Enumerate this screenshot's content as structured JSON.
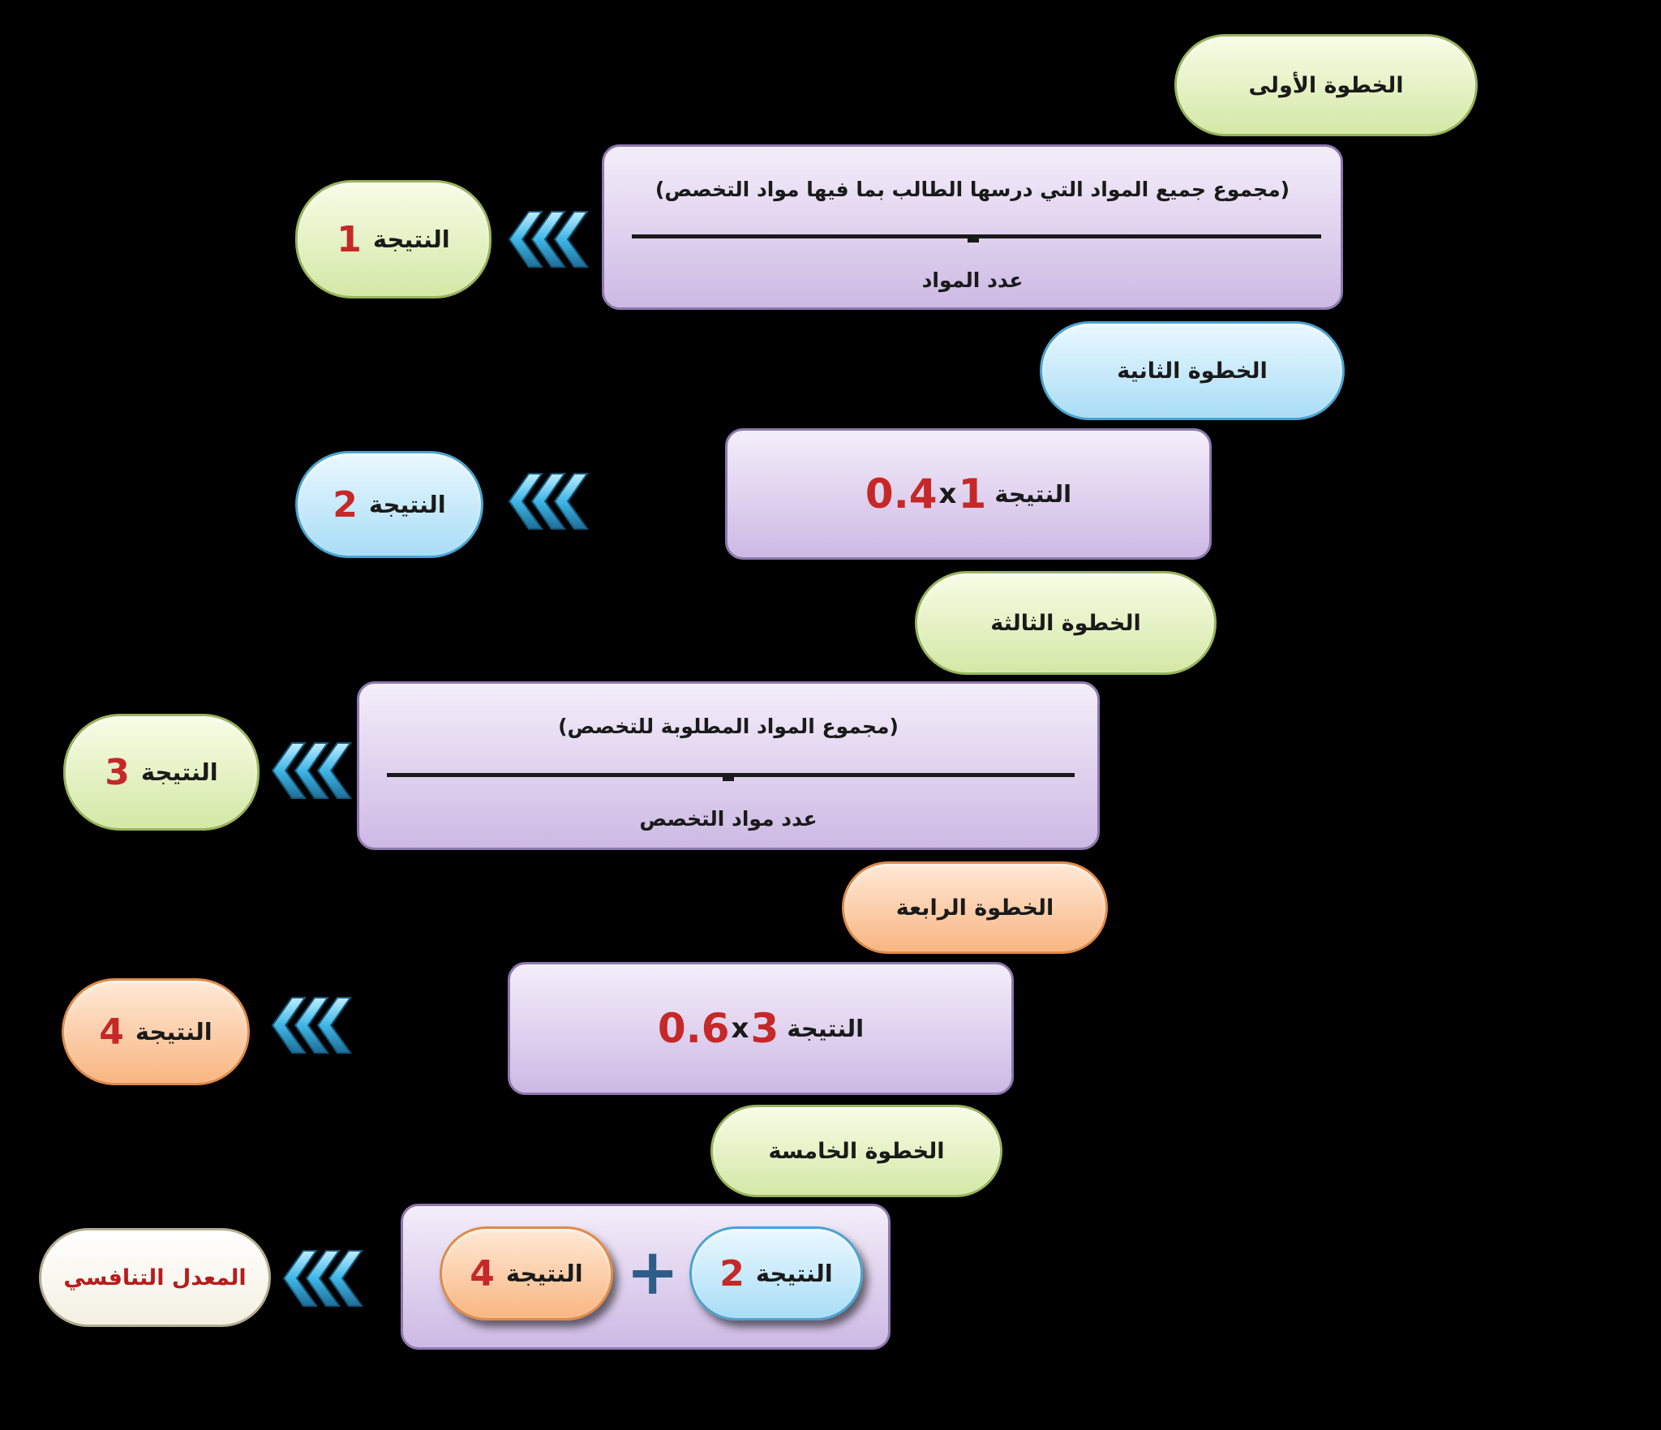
{
  "steps": {
    "step1": "الخطوة الأولى",
    "step2": "الخطوة الثانية",
    "step3": "الخطوة الثالثة",
    "step4": "الخطوة الرابعة",
    "step5": "الخطوة الخامسة"
  },
  "result_label": "النتيجة",
  "result_numbers": {
    "r1": "1",
    "r2": "2",
    "r3": "3",
    "r4": "4"
  },
  "formula1": {
    "numerator": "(مجموع جميع المواد التي درسها الطالب بما فيها مواد التخصص)",
    "denominator": "عدد المواد"
  },
  "formula2": {
    "label": "النتيجة",
    "ref": "1",
    "x": "x",
    "factor": "0.4"
  },
  "formula3": {
    "numerator": "(مجموع المواد المطلوبة للتخصص)",
    "denominator": "عدد مواد التخصص"
  },
  "formula4": {
    "label": "النتيجة",
    "ref": "3",
    "x": "x",
    "factor": "0.6"
  },
  "final": {
    "left_label": "النتيجة",
    "left_num": "2",
    "plus": "+",
    "right_label": "النتيجة",
    "right_num": "4",
    "result": "المعدل التنافسي"
  },
  "colors": {
    "green": "#d4e8a6",
    "blue": "#a9ddf6",
    "orange": "#f8b682",
    "purple": "#cdb9e4",
    "red": "#c62828",
    "chevron": "#3fb6e6"
  },
  "icons": {
    "arrow": "triple-chevron-left-icon",
    "plus": "plus-icon"
  }
}
